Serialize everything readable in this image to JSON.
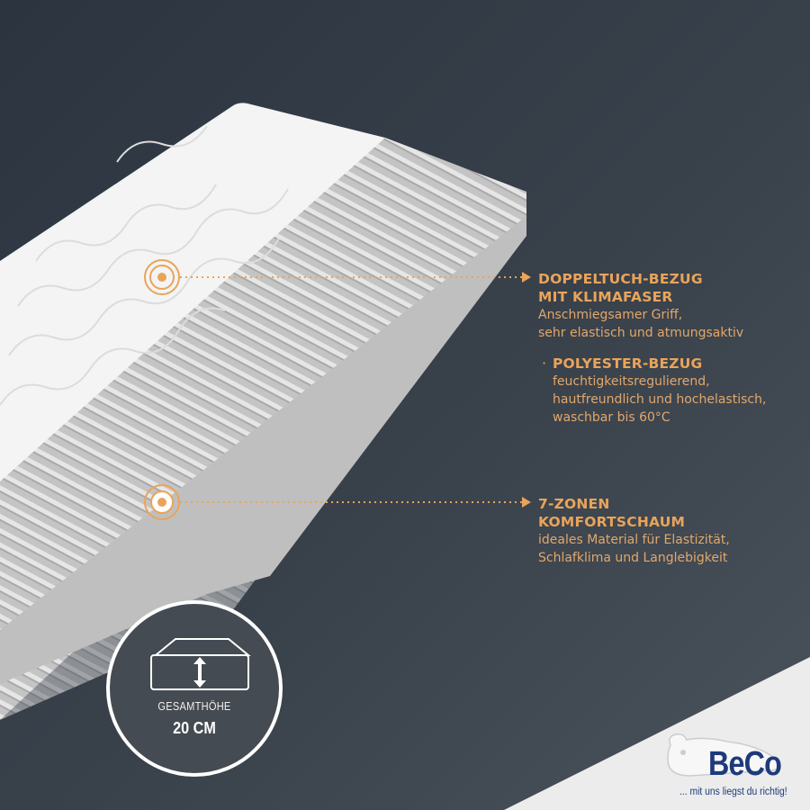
{
  "colors": {
    "background": "#333b45",
    "accent": "#e9a45a",
    "badge_fill": "#454b52",
    "logo_blue": "#1e3a7a",
    "corner_fill": "#ececec"
  },
  "callouts": [
    {
      "title_line1": "DOPPELTUCH-BEZUG",
      "title_line2": "MIT KLIMAFASER",
      "desc_line1": "Anschmiegsamer Griff,",
      "desc_line2": "sehr elastisch und atmungsaktiv",
      "marker": "arrow"
    },
    {
      "bullet": "·",
      "title_line1": "POLYESTER-BEZUG",
      "desc_line1": "feuchtigkeitsregulierend,",
      "desc_line2": "hautfreundlich und hochelastisch,",
      "desc_line3": "waschbar bis 60°C"
    },
    {
      "title_line1": "7-ZONEN",
      "title_line2": "KOMFORTSCHAUM",
      "desc_line1": "ideales Material für Elastizität,",
      "desc_line2": "Schlafklima und Langlebigkeit",
      "marker": "arrow"
    }
  ],
  "badge": {
    "icon": "mattress-height-icon",
    "label": "GESAMTHÖHE",
    "value": "20 CM"
  },
  "logo": {
    "brand": "BeCo",
    "tagline": "... mit uns liegst du richtig!",
    "mascot": "sleeping-bear-icon"
  }
}
